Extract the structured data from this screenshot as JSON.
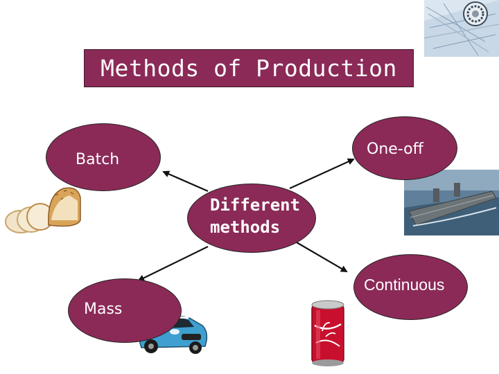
{
  "title": "Methods of Production",
  "center": "Different methods",
  "nodes": {
    "batch": "Batch",
    "one_off": "One-off",
    "continuous": "Continuous",
    "mass": "Mass"
  },
  "colors": {
    "node_fill": "#8b2a57",
    "arrow": "#111111"
  },
  "pictures": [
    "bread-loaf",
    "blueprint-gear",
    "aircraft-carrier",
    "mini-car",
    "cola-can"
  ]
}
